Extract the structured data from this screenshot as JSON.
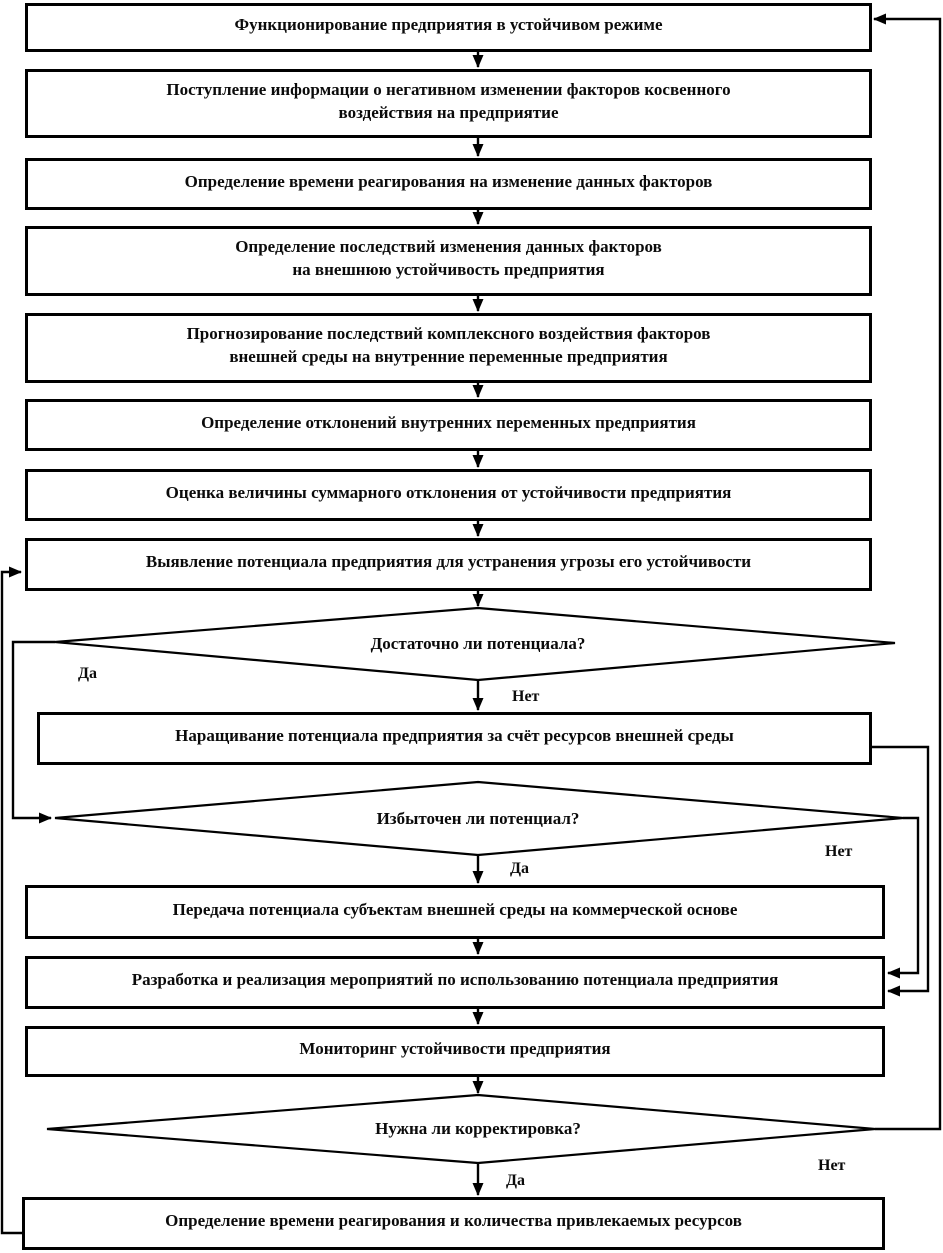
{
  "flowchart": {
    "nodes": [
      {
        "lines": [
          "Функционирование предприятия в устойчивом режиме"
        ]
      },
      {
        "lines": [
          "Поступление информации о негативном изменении факторов косвенного",
          "воздействия на предприятие"
        ]
      },
      {
        "lines": [
          "Определение времени реагирования на изменение данных факторов"
        ]
      },
      {
        "lines": [
          "Определение последствий изменения данных факторов",
          "на внешнюю устойчивость предприятия"
        ]
      },
      {
        "lines": [
          "Прогнозирование последствий комплексного воздействия факторов",
          "внешней среды на внутренние переменные предприятия"
        ]
      },
      {
        "lines": [
          "Определение отклонений внутренних переменных предприятия"
        ]
      },
      {
        "lines": [
          "Оценка величины суммарного отклонения от устойчивости предприятия"
        ]
      },
      {
        "lines": [
          "Выявление потенциала предприятия для устранения угрозы его устойчивости"
        ]
      },
      {
        "lines": [
          "Наращивание потенциала предприятия за счёт ресурсов внешней среды"
        ]
      },
      {
        "lines": [
          "Передача потенциала субъектам внешней среды на коммерческой основе"
        ]
      },
      {
        "lines": [
          "Разработка и реализация мероприятий по использованию потенциала предприятия"
        ]
      },
      {
        "lines": [
          "Мониторинг устойчивости предприятия"
        ]
      },
      {
        "lines": [
          "Определение времени реагирования и количества привлекаемых ресурсов"
        ]
      }
    ],
    "decisions": [
      {
        "text": "Достаточно ли потенциала?"
      },
      {
        "text": "Избыточен ли потенциал?"
      },
      {
        "text": "Нужна ли корректировка?"
      }
    ],
    "branches": {
      "d1_yes": "Да",
      "d1_no": "Нет",
      "d2_yes": "Да",
      "d2_no": "Нет",
      "d3_yes": "Да",
      "d3_no": "Нет"
    },
    "colors": {
      "ink": "#000000",
      "paper": "#ffffff"
    }
  }
}
